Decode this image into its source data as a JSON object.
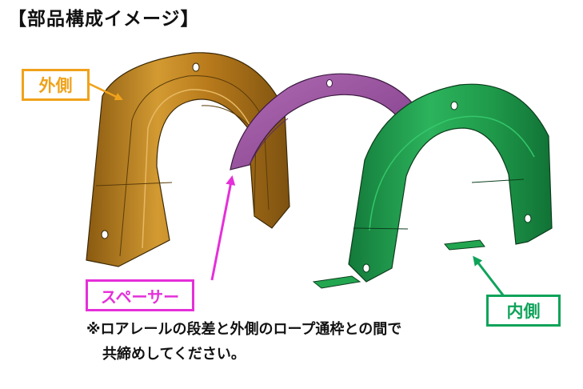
{
  "title": "【部品構成イメージ】",
  "labels": {
    "outer": "外側",
    "spacer": "スペーサー",
    "inner": "内側"
  },
  "note": {
    "line1": "※ロアレールの段差と外側のロープ通枠との間で",
    "line2": "共締めしてください。"
  },
  "colors": {
    "outer_part": "#c98a1e",
    "spacer_part": "#9b4fa0",
    "inner_part": "#1f9a4a",
    "outer_label": "#f0a21b",
    "spacer_label": "#e52fd9",
    "inner_label": "#0fa35a"
  }
}
